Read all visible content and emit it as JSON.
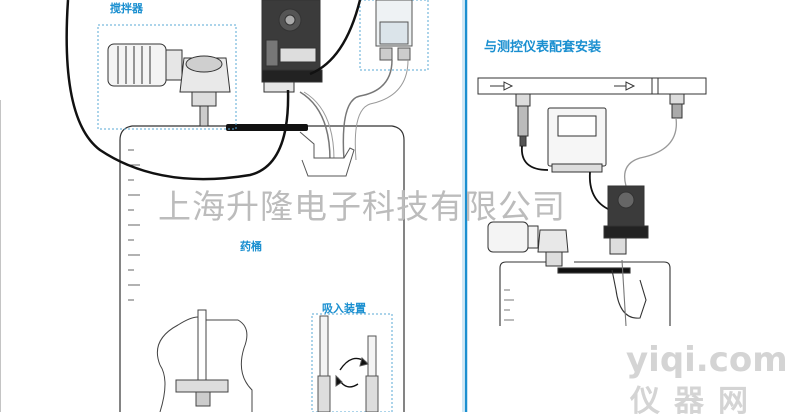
{
  "labels": {
    "agitator": "搅拌器",
    "tank": "药桶",
    "suction_device": "吸入装置",
    "install_with_meter": "与测控仪表配套安装"
  },
  "watermark": {
    "company": "上海升隆电子科技有限公司",
    "site": "yiqi.com",
    "site_cn": "仪器网"
  },
  "colors": {
    "accent_blue": "#1a8fd0",
    "divider_blue": "#1a8fd0",
    "line": "#222222",
    "dotted_frame": "#5aa9d6",
    "watermark": "#bcbcbc"
  }
}
